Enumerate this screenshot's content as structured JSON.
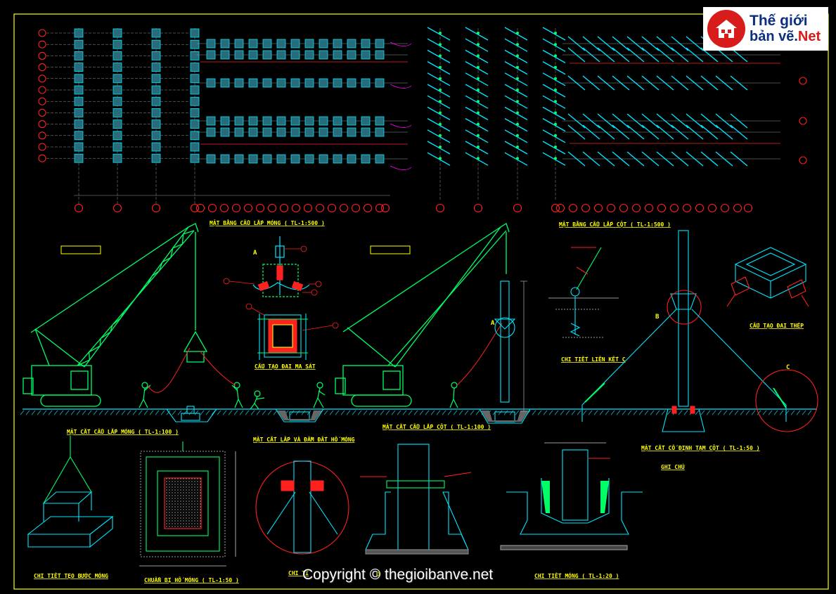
{
  "logo": {
    "line1": "Thế giới",
    "line2_a": "bản vẽ.",
    "line2_b": "Net",
    "icon": "house-icon"
  },
  "copyright": "Copyright © thegioibanve.net",
  "labels": {
    "plan_foundation": "MẶT BẰNG CẨU LẮP MÓNG ( TL-1:500 )",
    "plan_column": "MẶT BẰNG CẨU LẮP CỘT ( TL-1:500 )",
    "sec_foundation": "MẶT CẮT CẨU LẮP MÓNG ( TL-1:100 )",
    "detail_strap": "CẤU TẠO ĐAI MA SÁT",
    "sec_backfill": "MẶT CẮT LẤP VÀ ĐẦM ĐẤT HỐ MÓNG",
    "sec_column": "MẶT CẮT CẨU LẮP CỘT ( TL-1:100 )",
    "detail_c": "CHI TIẾT LIÊN KẾT C",
    "steel_strap": "CẤU TẠO ĐAI THÉP",
    "sec_temp_fix": "MẶT CẮT CỐ ĐỊNH TẠM CỘT ( TL-1:50 )",
    "note": "GHI CHÚ",
    "detail_step": "CHI TIẾT TẸO BƯỚC MÓNG",
    "pit_prep": "CHUẨN BỊ HỐ MÓNG ( TL-1:50 )",
    "detail_left": "CHI TI",
    "detail_mid": "Ó",
    "detail_foot": "CHI TIẾT MÓNG ( TL-1:20 )"
  },
  "tags": {
    "a1": "A",
    "a2": "A",
    "b": "B",
    "c": "C"
  },
  "colors": {
    "background": "#000000",
    "frame": "#ffff00",
    "grid_bubble": "#ff2020",
    "crane": "#00ff66",
    "structure": "#00e5ff",
    "dimension": "#9a9a9a",
    "hook": "#ff00ff",
    "label": "#ffff00"
  }
}
